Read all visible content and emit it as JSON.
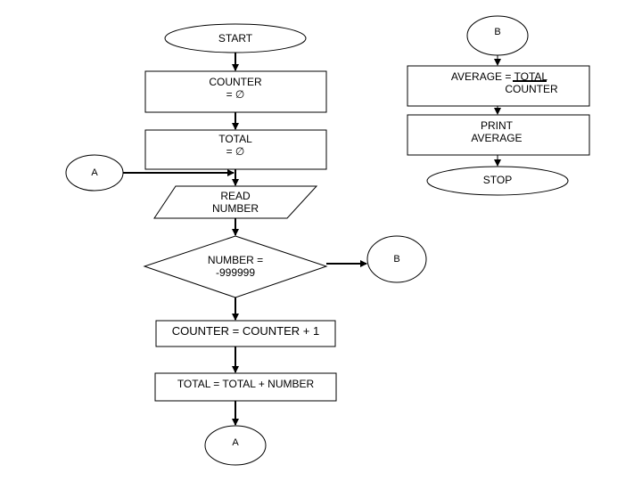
{
  "flowchart": {
    "start": "START",
    "counter_init": [
      "COUNTER",
      "= ∅"
    ],
    "total_init": [
      "TOTAL",
      "= ∅"
    ],
    "connector_a_in": "A",
    "read_number": [
      "READ",
      "NUMBER"
    ],
    "decision": [
      "NUMBER =",
      "-999999"
    ],
    "connector_b_out": "B",
    "counter_increment": "COUNTER = COUNTER + 1",
    "total_add": "TOTAL = TOTAL + NUMBER",
    "connector_a_out": "A",
    "connector_b_in": "B",
    "average_calc": [
      "AVERAGE = TOTAL",
      "COUNTER"
    ],
    "print_average": [
      "PRINT",
      "AVERAGE"
    ],
    "stop": "STOP"
  }
}
